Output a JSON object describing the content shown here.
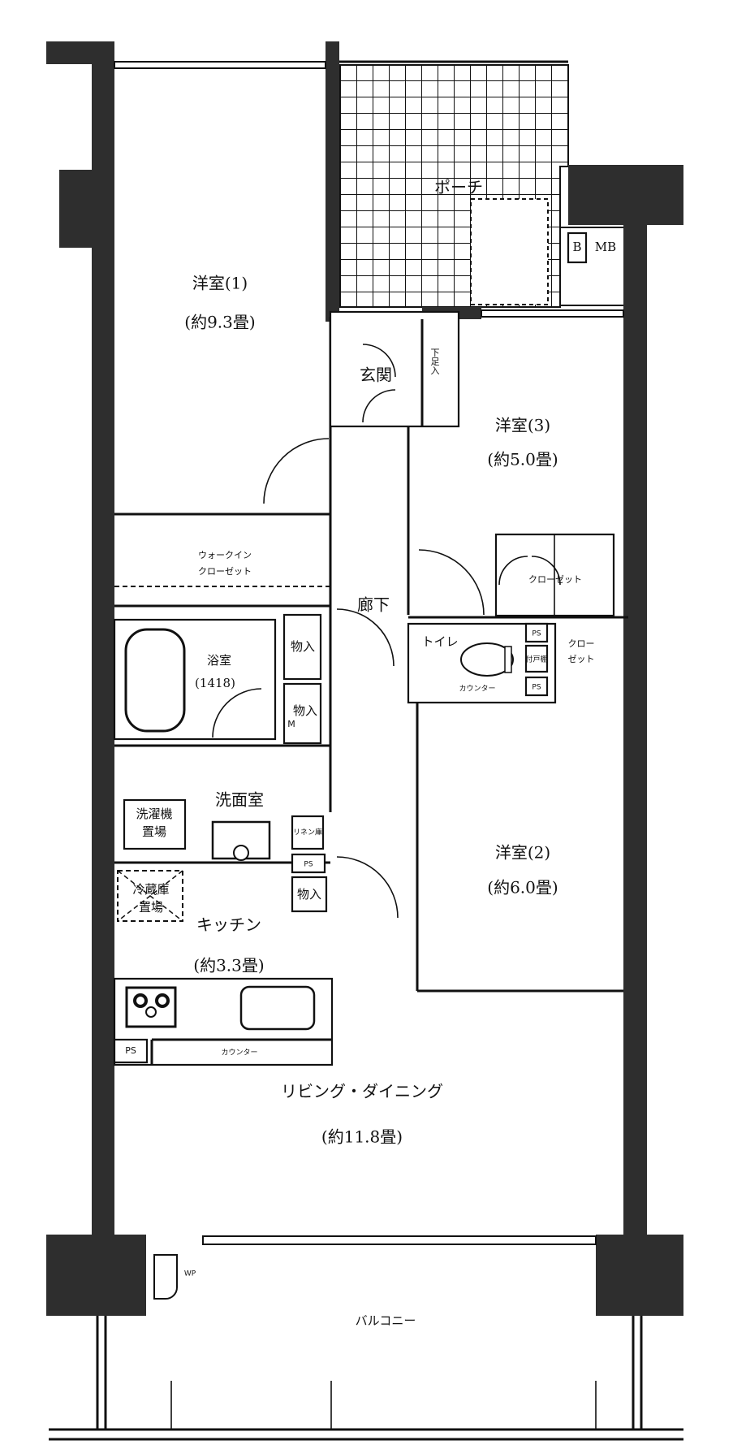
{
  "floor_plan": {
    "rooms": {
      "porch": {
        "label": "ポーチ"
      },
      "western_room_1": {
        "label": "洋室(1)",
        "size": "(約9.3畳)"
      },
      "entrance": {
        "label": "玄関"
      },
      "shoe_storage": {
        "label": "下足入"
      },
      "western_room_3": {
        "label": "洋室(3)",
        "size": "(約5.0畳)"
      },
      "walk_in_closet": {
        "label_line1": "ウォークイン",
        "label_line2": "クローゼット"
      },
      "closet_room3": {
        "label": "クローゼット"
      },
      "hallway": {
        "label": "廊下"
      },
      "toilet": {
        "label": "トイレ",
        "counter": "カウンター",
        "cabinet": "付戸棚"
      },
      "closet_room2": {
        "label_line1": "クロー",
        "label_line2": "ゼット"
      },
      "bathroom": {
        "label": "浴室",
        "size": "(1418)"
      },
      "storage_1": {
        "label": "物入"
      },
      "storage_2": {
        "label": "物入",
        "meter": "M"
      },
      "washroom": {
        "label": "洗面室"
      },
      "washer_space": {
        "line1": "洗濯機",
        "line2": "置場"
      },
      "linen_closet": {
        "label": "リネン庫"
      },
      "storage_3": {
        "label": "物入"
      },
      "fridge_space": {
        "line1": "冷蔵庫",
        "line2": "置場"
      },
      "kitchen": {
        "label": "キッチン",
        "size": "(約3.3畳)",
        "counter": "カウンター"
      },
      "western_room_2": {
        "label": "洋室(2)",
        "size": "(約6.0畳)"
      },
      "living_dining": {
        "label": "リビング・ダイニング",
        "size": "(約11.8畳)"
      },
      "balcony": {
        "label": "バルコニー",
        "water_point": "WP"
      }
    },
    "markers": {
      "ps": "PS",
      "b": "B",
      "mb": "MB"
    }
  }
}
